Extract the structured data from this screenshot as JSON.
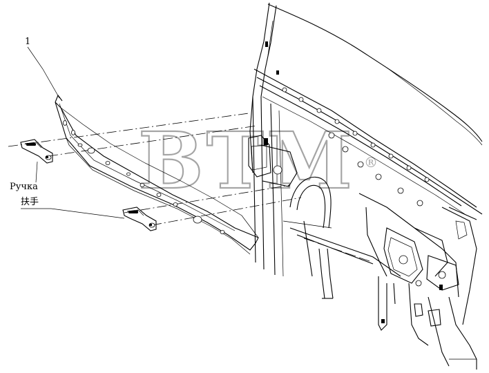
{
  "callout_number": "1",
  "handle_label_ru": "Ручка",
  "handle_label_cn": "扶手",
  "watermark": "BTM",
  "watermark_mark": "®"
}
